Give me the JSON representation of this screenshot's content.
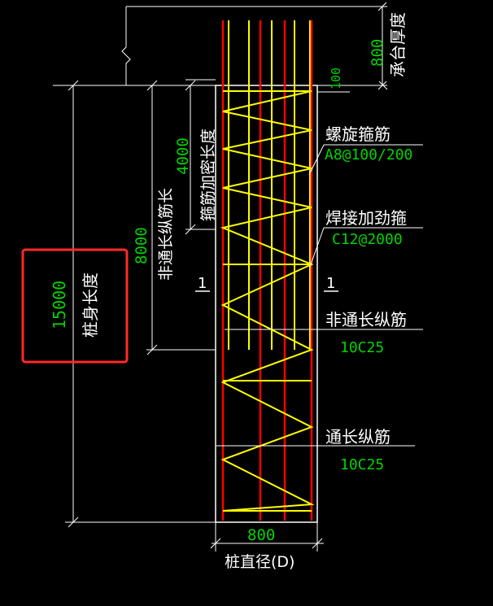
{
  "colors": {
    "background": "#000000",
    "longitudinal_bar": "#ff0000",
    "stirrup": "#ffff00",
    "dimension_line": "#ffffff",
    "value_text": "#00d400",
    "highlight_box": "#ff2a2a"
  },
  "labels": {
    "cap_thickness": "承台厚度",
    "cap_thickness_value": "800",
    "top_cover": "100",
    "dense_zone": "箍筋加密长度",
    "dense_zone_value": "4000",
    "non_through_length": "非通长纵筋长",
    "non_through_length_value": "8000",
    "pile_length": "桩身长度",
    "pile_length_value": "15000",
    "spiral_stirrup": "螺旋箍筋",
    "spiral_stirrup_spec": "A8@100/200",
    "welded_hoop": "焊接加劲箍",
    "welded_hoop_spec": "C12@2000",
    "non_through_bar": "非通长纵筋",
    "non_through_bar_spec": "10C25",
    "through_bar": "通长纵筋",
    "through_bar_spec": "10C25",
    "section_left": "1",
    "section_right": "1",
    "diameter_value": "800",
    "diameter_label": "桩直径(D)"
  }
}
